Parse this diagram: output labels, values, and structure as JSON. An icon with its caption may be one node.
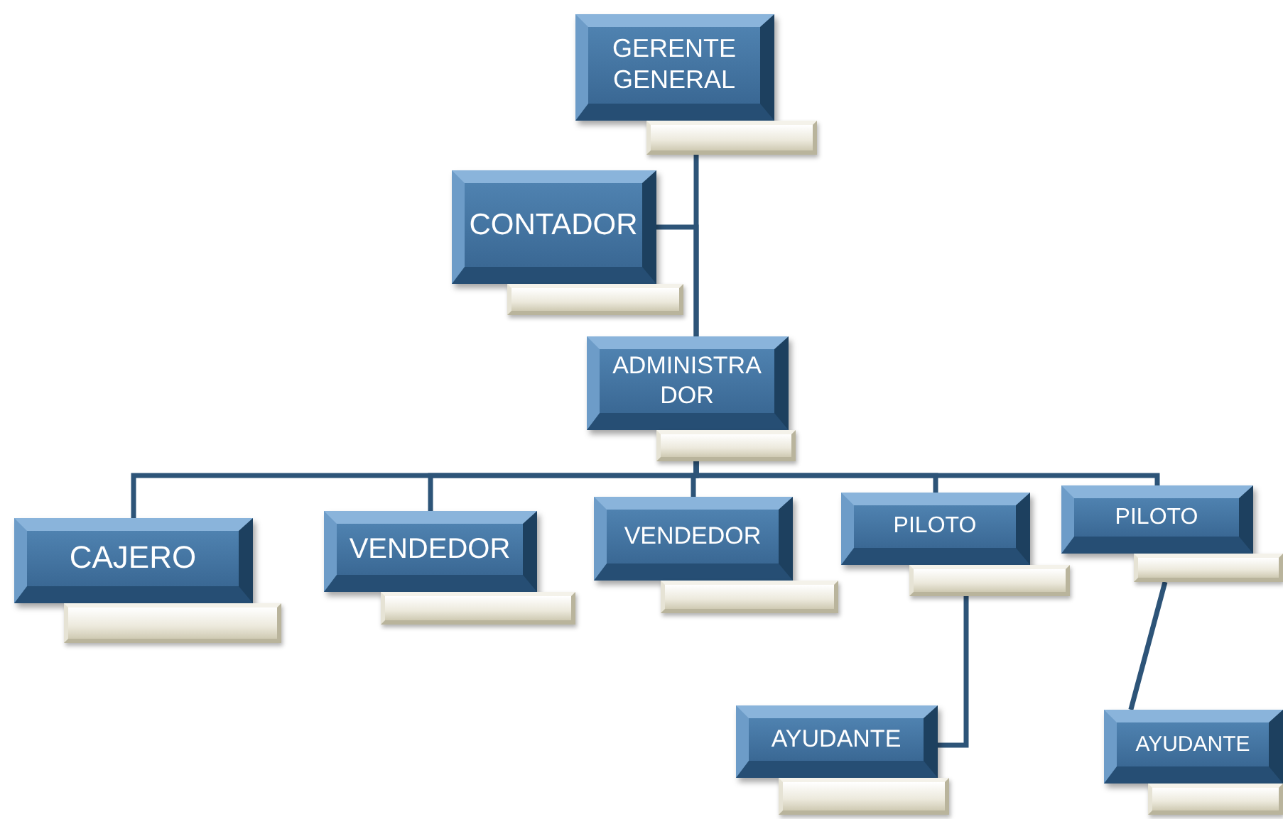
{
  "diagram": {
    "nodes": [
      {
        "text": [
          "GERENTE GENERAL"
        ]
      },
      {
        "text": [],
        "shape": "bar"
      },
      {
        "text": [
          "CONTADOR"
        ]
      },
      {
        "text": [],
        "shape": "bar"
      },
      {
        "text": [
          "ADMINISTRA DOR"
        ]
      },
      {
        "text": [],
        "shape": "bar"
      },
      {
        "text": [
          "CAJERO"
        ]
      },
      {
        "text": [],
        "shape": "bar"
      },
      {
        "text": [
          "VENDEDOR"
        ]
      },
      {
        "text": [],
        "shape": "bar"
      },
      {
        "text": [
          "VENDEDOR"
        ]
      },
      {
        "text": [],
        "shape": "bar"
      },
      {
        "text": [
          "PILOTO"
        ]
      },
      {
        "text": [],
        "shape": "bar"
      },
      {
        "text": [
          "PILOTO"
        ]
      },
      {
        "text": [],
        "shape": "bar"
      },
      {
        "text": [
          "AYUDANTE"
        ]
      },
      {
        "text": [],
        "shape": "bar"
      },
      {
        "text": [
          "AYUDANTE"
        ]
      },
      {
        "text": [],
        "shape": "bar"
      }
    ],
    "edges": [
      {
        "from": 1,
        "to": 4,
        "arrow": "none"
      },
      {
        "from": 2,
        "to": 4,
        "arrow": "none"
      },
      {
        "from": 5,
        "to": 6,
        "arrow": "none"
      },
      {
        "from": 5,
        "to": 8,
        "arrow": "none"
      },
      {
        "from": 5,
        "to": 10,
        "arrow": "none"
      },
      {
        "from": 5,
        "to": 12,
        "arrow": "none"
      },
      {
        "from": 5,
        "to": 14,
        "arrow": "none"
      },
      {
        "from": 13,
        "to": 16,
        "arrow": "none"
      },
      {
        "from": 15,
        "to": 18,
        "arrow": "none"
      }
    ]
  }
}
